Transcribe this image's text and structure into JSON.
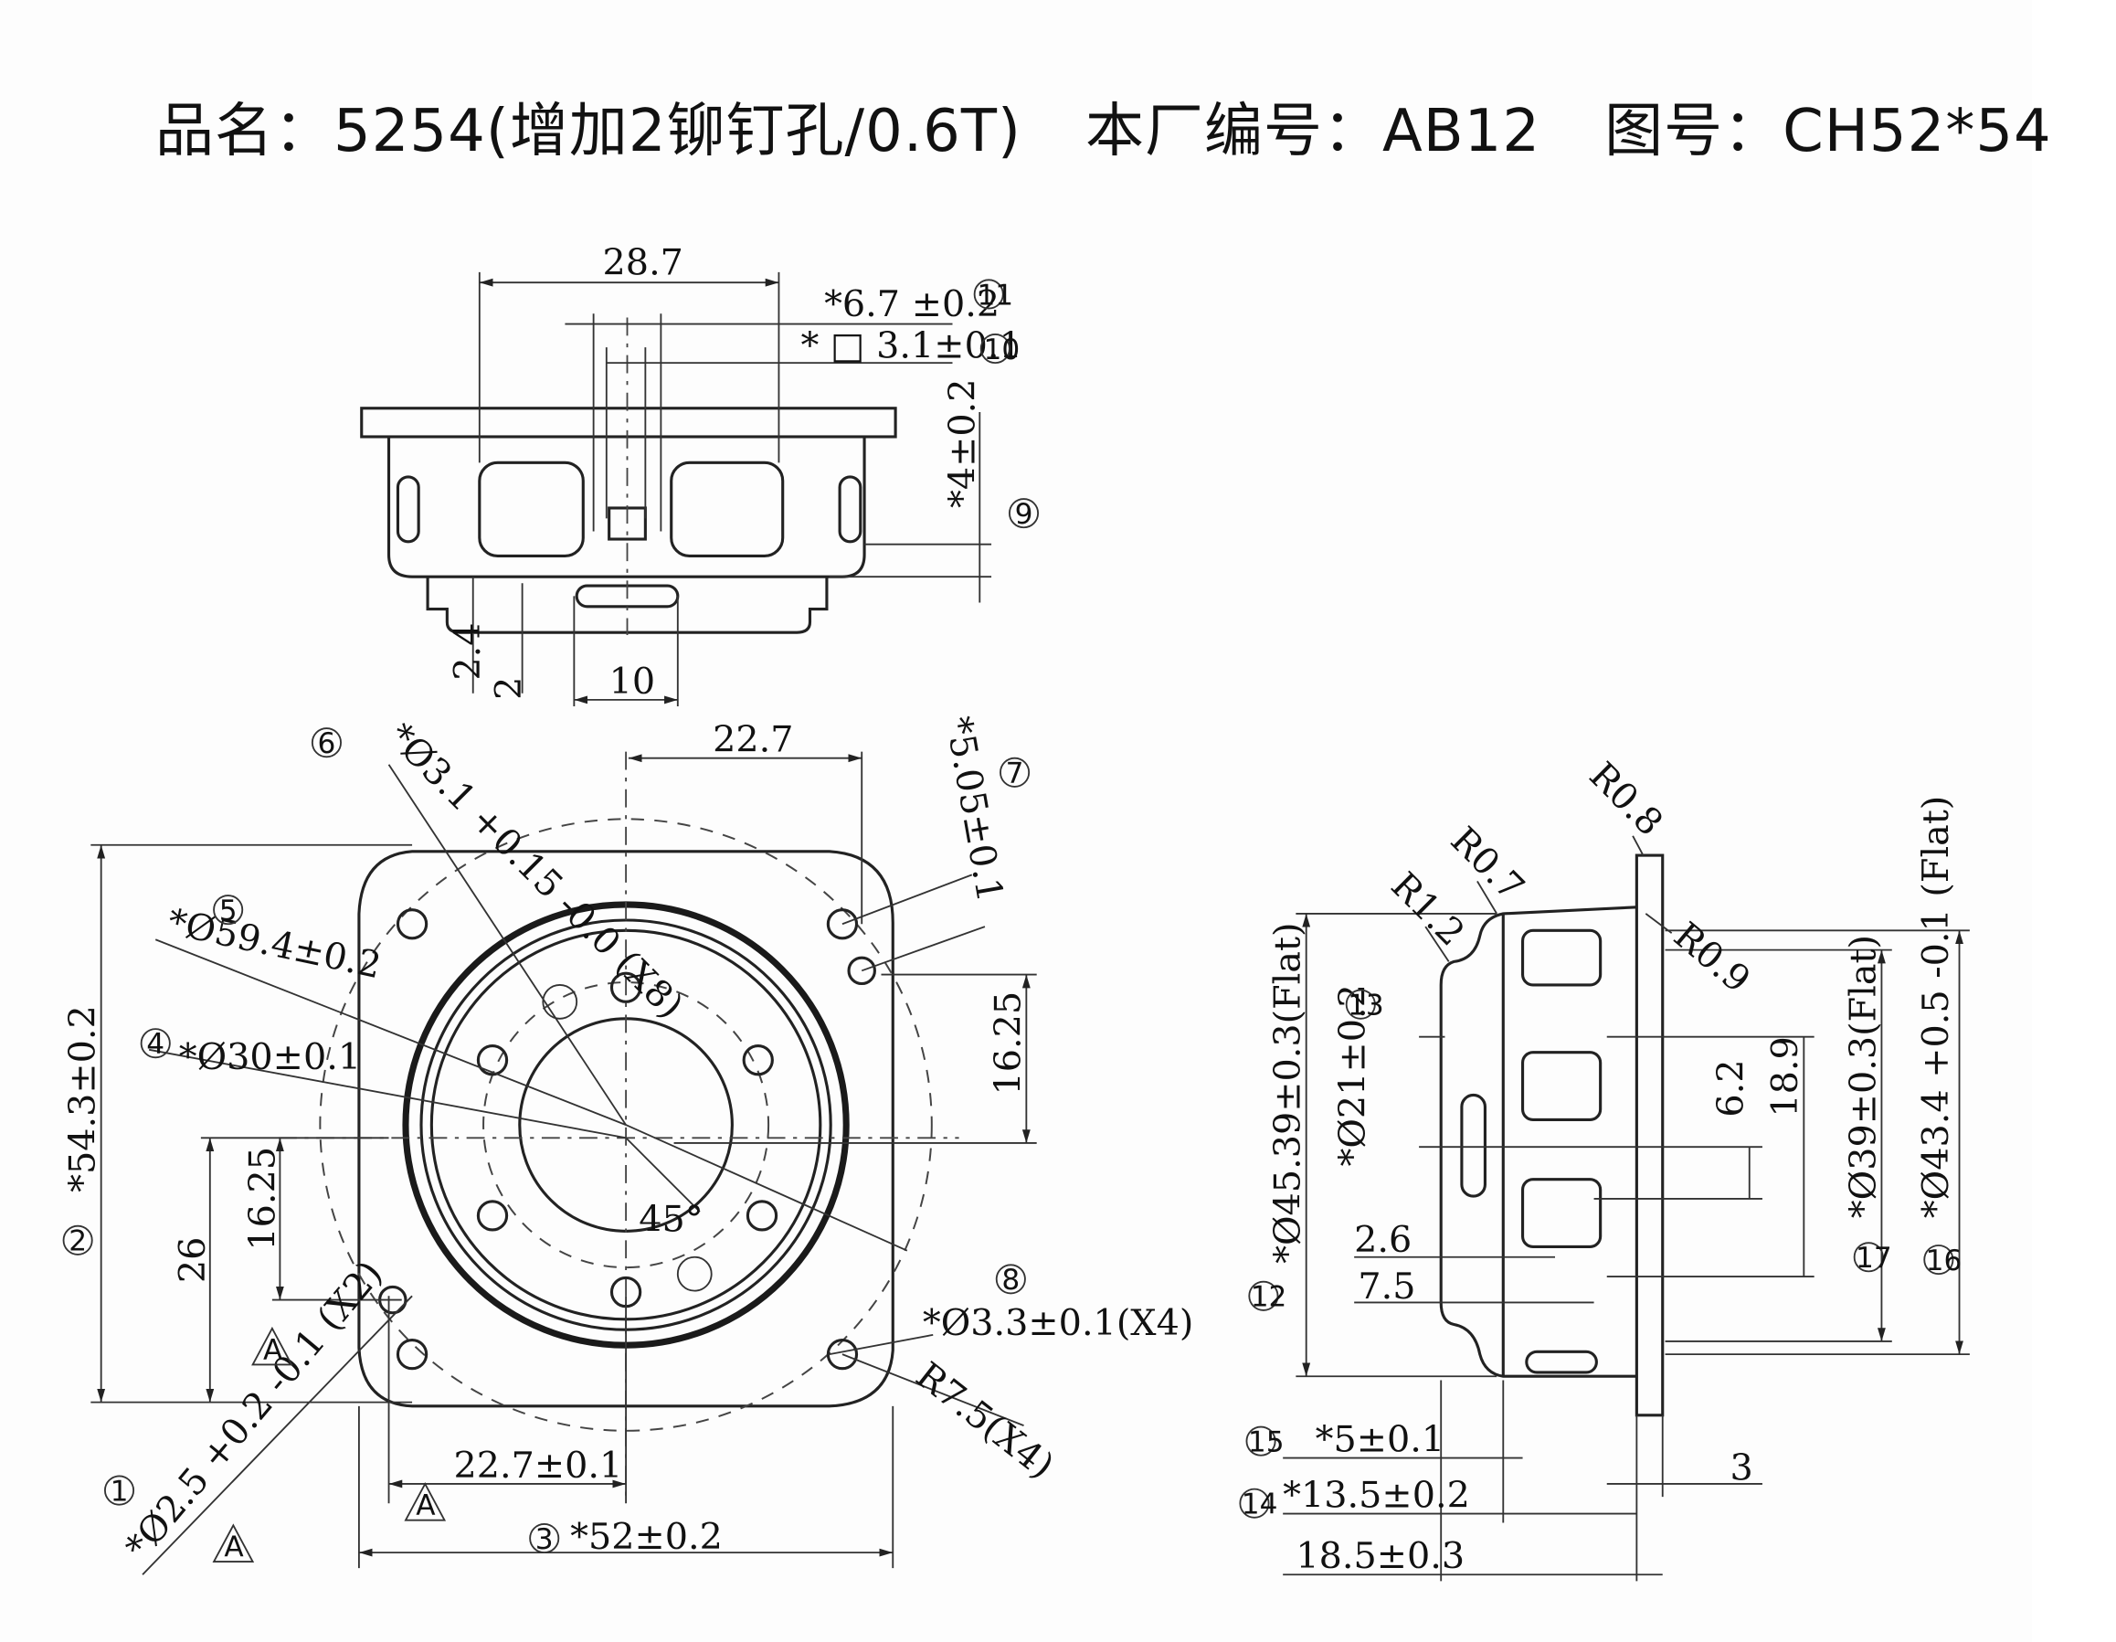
{
  "title": {
    "product": "品名：5254(增加2铆钉孔/0.6T)",
    "factory_no": "本厂编号：AB12",
    "drawing_no": "图号：CH52*54"
  },
  "top_view": {
    "dims": {
      "width": "28.7",
      "d11": "*6.7 ±0.2",
      "d10": "* □ 3.1±0.1",
      "d9": "*4±0.2",
      "d_24": "2.4",
      "d_2": "2",
      "d_10": "10"
    },
    "callouts": {
      "c11": "11",
      "c10": "10",
      "c9": "9"
    }
  },
  "front_view": {
    "dims": {
      "hole6": "*Ø3.1 +0.15 -0.0 (X8)",
      "pitch": "22.7",
      "d7": "*5.05±0.1",
      "d5": "*Ø59.4±0.2",
      "d4": "*Ø30±0.1",
      "d16_25_r": "16.25",
      "d_543": "*54.3±0.2",
      "d16_25_l": "16.25",
      "d26": "26",
      "angle": "45°",
      "d8": "*Ø3.3±0.1(X4)",
      "r75": "R7.5(X4)",
      "d1": "*Ø2.5 +0.2 -0.1 (X2)",
      "d227": "22.7±0.1",
      "d52": "*52±0.2",
      "datum": "A"
    },
    "callouts": {
      "c1": "1",
      "c2": "2",
      "c3": "3",
      "c4": "4",
      "c5": "5",
      "c6": "6",
      "c7": "7",
      "c8": "8"
    }
  },
  "side_view": {
    "dims": {
      "r08": "R0.8",
      "r07": "R0.7",
      "r12": "R1.2",
      "r09": "R0.9",
      "d45": "*Ø45.39±0.3(Flat)",
      "d21": "*Ø21±0.2",
      "d62": "6.2",
      "d189": "18.9",
      "d39": "*Ø39±0.3(Flat)",
      "d434": "*Ø43.4 +0.5 -0.1 (Flat)",
      "d26": "2.6",
      "d75": "7.5",
      "d5": "*5±0.1",
      "d3": "3",
      "d135": "*13.5±0.2",
      "d185": "18.5±0.3"
    },
    "callouts": {
      "c12": "12",
      "c13": "13",
      "c14": "14",
      "c15": "15",
      "c16": "16",
      "c17": "17"
    }
  }
}
